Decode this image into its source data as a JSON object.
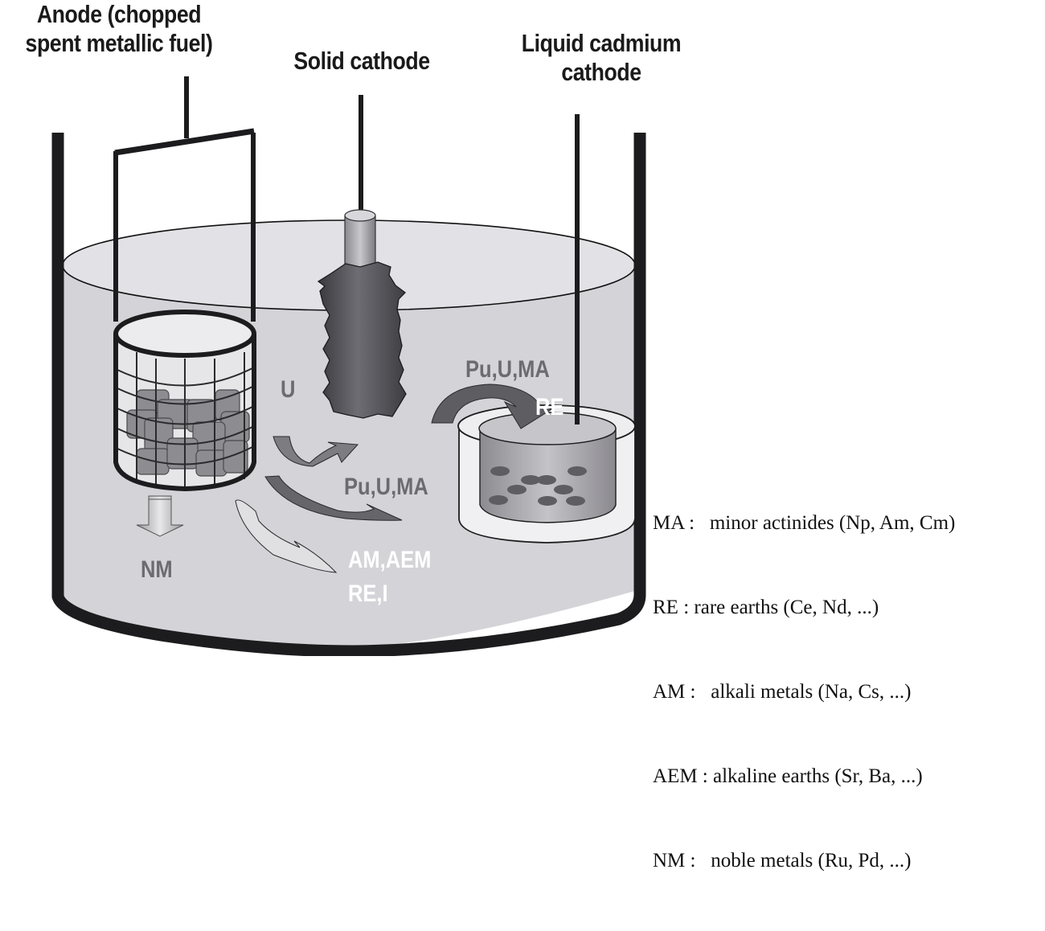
{
  "labels": {
    "anode": [
      "Anode (chopped",
      "spent metallic fuel)"
    ],
    "solid_cathode": "Solid cathode",
    "liquid_cathode": [
      "Liquid cadmium",
      "cathode"
    ]
  },
  "species": {
    "u_to_solid": "U",
    "pu_u_ma_to_liquid": "Pu,U,MA",
    "re_to_liquid": "RE",
    "pu_u_ma_mid": "Pu,U,MA",
    "salt_line1": "AM,AEM",
    "salt_line2": "RE,I",
    "noble_metals": "NM"
  },
  "legend": [
    "MA :   minor actinides (Np, Am, Cm)",
    "RE : rare earths (Ce, Nd, ...)",
    "AM :   alkali metals (Na, Cs, ...)",
    "AEM : alkaline earths (Sr, Ba, ...)",
    "NM :   noble metals (Ru, Pd, ...)"
  ],
  "colors": {
    "vessel_wall": "#1c1c1e",
    "salt": "#d4d3d8",
    "salt_surface": "#e2e1e5",
    "deposit": "#55555a",
    "species_gray": "#6c6b70",
    "species_white": "#ffffff"
  }
}
